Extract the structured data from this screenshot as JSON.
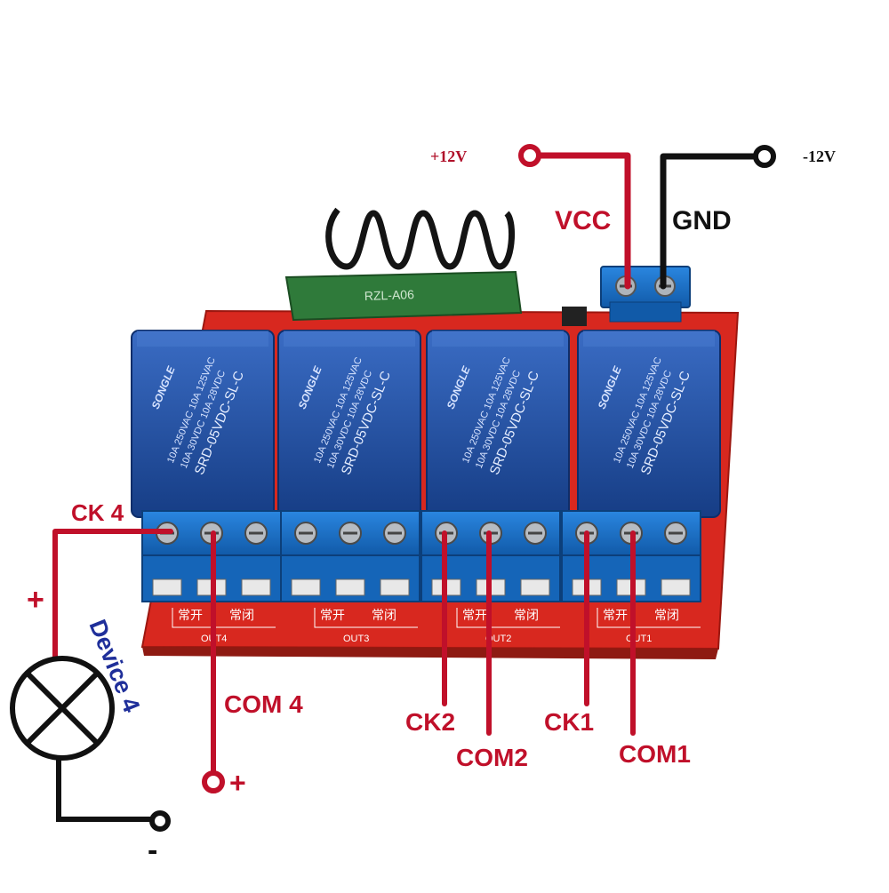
{
  "power": {
    "positive_label": "+12V",
    "negative_label": "-12V",
    "vcc_label": "VCC",
    "gnd_label": "GND"
  },
  "module": {
    "rf_text": "RZL-A06",
    "relays": [
      {
        "brand": "SONGLE",
        "model": "SRD-05VDC-SL-C",
        "rating1": "10A 250VAC  10A 125VAC",
        "rating2": "10A 30VDC  10A 28VDC"
      },
      {
        "brand": "SONGLE",
        "model": "SRD-05VDC-SL-C",
        "rating1": "10A 250VAC  10A 125VAC",
        "rating2": "10A 30VDC  10A 28VDC"
      },
      {
        "brand": "SONGLE",
        "model": "SRD-05VDC-SL-C",
        "rating1": "10A 250VAC  10A 125VAC",
        "rating2": "10A 30VDC  10A 28VDC"
      },
      {
        "brand": "SONGLE",
        "model": "SRD-05VDC-SL-C",
        "rating1": "10A 250VAC  10A 125VAC",
        "rating2": "10A 30VDC  10A 28VDC"
      }
    ],
    "outputs": [
      {
        "name": "OUT4",
        "no": "常开",
        "nc": "常闭"
      },
      {
        "name": "OUT3",
        "no": "常开",
        "nc": "常闭"
      },
      {
        "name": "OUT2",
        "no": "常开",
        "nc": "常闭"
      },
      {
        "name": "OUT1",
        "no": "常开",
        "nc": "常闭"
      }
    ]
  },
  "wiring": {
    "ck4": "CK 4",
    "com4": "COM 4",
    "ck2": "CK2",
    "com2": "COM2",
    "ck1": "CK1",
    "com1": "COM1",
    "plus_left": "+",
    "plus_bottom": "+",
    "minus_bottom": "-",
    "device": "Device 4"
  },
  "colors": {
    "wire_red": "#c0102a",
    "wire_black": "#111111",
    "relay_blue": "#1f4fa0",
    "terminal_blue": "#1a6fc8",
    "pcb_red": "#d8281f",
    "device_blue": "#1f2f9a"
  }
}
